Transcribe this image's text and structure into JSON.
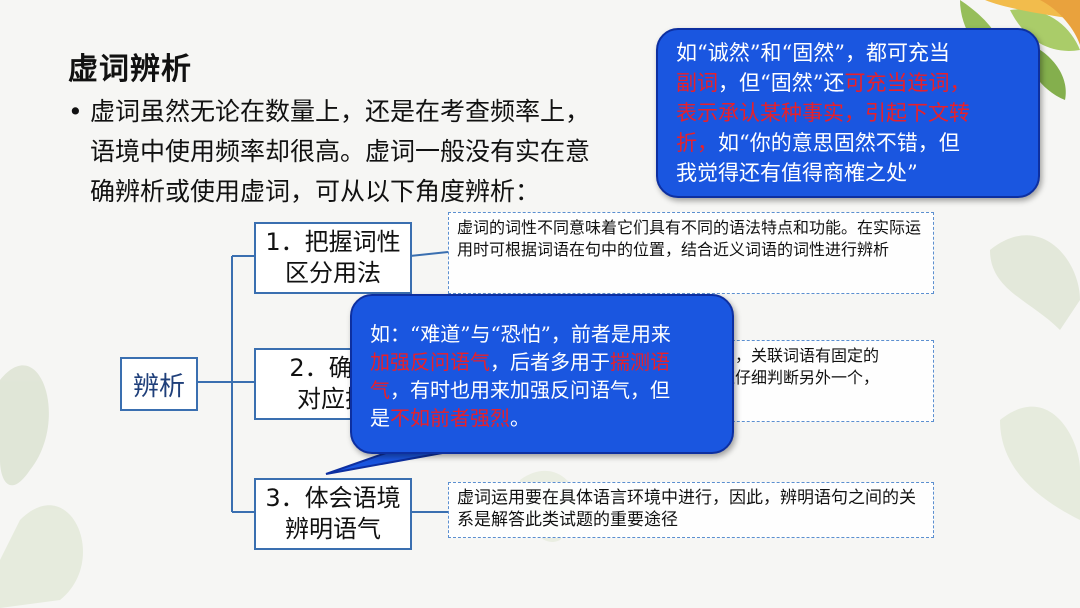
{
  "slide": {
    "title": "虚词辨析",
    "bullet": {
      "symbol": "•",
      "lines": [
        "虚词虽然无论在数量上，还是在考查频率上，",
        "语境中使用频率却很高。虚词一般没有实在意",
        "确辨析或使用虚词，可从以下角度辨析："
      ]
    }
  },
  "tree": {
    "root_label": "辨析",
    "nodes": [
      {
        "lines": [
          "1．把握词性",
          "区分用法"
        ],
        "desc": "虚词的词性不同意味着它们具有不同的语法特点和功能。在实际运用时可根据词语在句中的位置，结合近义词语的词性进行辨析"
      },
      {
        "lines": [
          "2．确定",
          "对应搭"
        ],
        "desc_parts": [
          "系，关联词语有固定的",
          "应仔细判断另外一个，"
        ]
      },
      {
        "lines": [
          "3．体会语境",
          "辨明语气"
        ],
        "desc": "虚词运用要在具体语言环境中进行，因此，辨明语句之间的关系是解答此类试题的重要途径"
      }
    ]
  },
  "callout_top": {
    "l1": "如“诚然”和“固然”，都可充当",
    "l2a": "副词",
    "l2b": "，但“固然”还",
    "l2c": "可充当连词，",
    "l3": "表示承认某种事实，引起下文转",
    "l4a": "折，",
    "l4b": "如“你的意思固然不错，但",
    "l5": "我觉得还有值得商榷之处”"
  },
  "callout_mid": {
    "l1": "如：“难道”与“恐怕”，前者是用来",
    "l2a": "加强反问语气",
    "l2b": "，后者多用于",
    "l2c": "揣测语",
    "l3a": "气",
    "l3b": "，有时也用来加强反问语气，但",
    "l4a": "是",
    "l4b": "不如前者强烈",
    "l4c": "。"
  },
  "colors": {
    "callout_bg": "#1a56e0",
    "highlight": "#e8202a",
    "tree_border": "#3a6fb0"
  }
}
